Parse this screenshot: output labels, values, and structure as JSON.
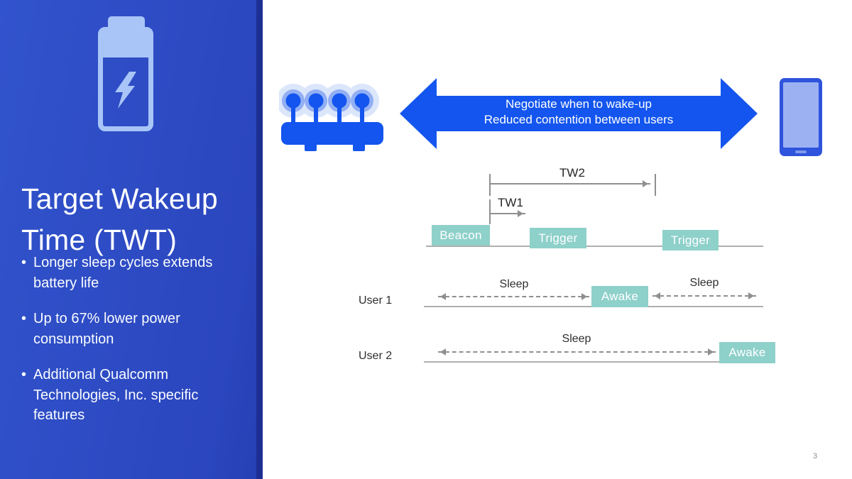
{
  "slide": {
    "page_number": "3"
  },
  "sidebar": {
    "title": {
      "line1": "Target Wakeup",
      "line2": "Time (TWT)"
    },
    "bullet_glyph": "•",
    "bullets": [
      {
        "lines": [
          "Longer sleep cycles extends",
          "battery life"
        ]
      },
      {
        "lines": [
          "Up to 67% lower power",
          "consumption"
        ]
      },
      {
        "lines": [
          "Additional Qualcomm",
          "Technologies, Inc. specific",
          "features"
        ]
      }
    ]
  },
  "diagram": {
    "negotiation_arrow": {
      "line1": "Negotiate when to wake-up",
      "line2": "Reduced contention between users"
    },
    "tw2_label": "TW2",
    "tw1_label": "TW1",
    "ap_frames": [
      {
        "label": "Beacon"
      },
      {
        "label": "Trigger"
      },
      {
        "label": "Trigger"
      }
    ],
    "user_rows": [
      {
        "label": "User 1",
        "sleep_first": "Sleep",
        "awake": "Awake",
        "sleep_second": "Sleep"
      },
      {
        "label": "User 2",
        "sleep_first": "Sleep",
        "awake": "Awake"
      }
    ]
  },
  "colors": {
    "sidebar_blue": "#3153CC",
    "sidebar_edge_blue": "#1E2F93",
    "accent_blue": "#1355EE",
    "icon_light_blue": "#A9C5F7",
    "teal_box": "#8ED0CA",
    "line_gray": "#AFAFAF",
    "label_dark": "#2E2E2E"
  }
}
